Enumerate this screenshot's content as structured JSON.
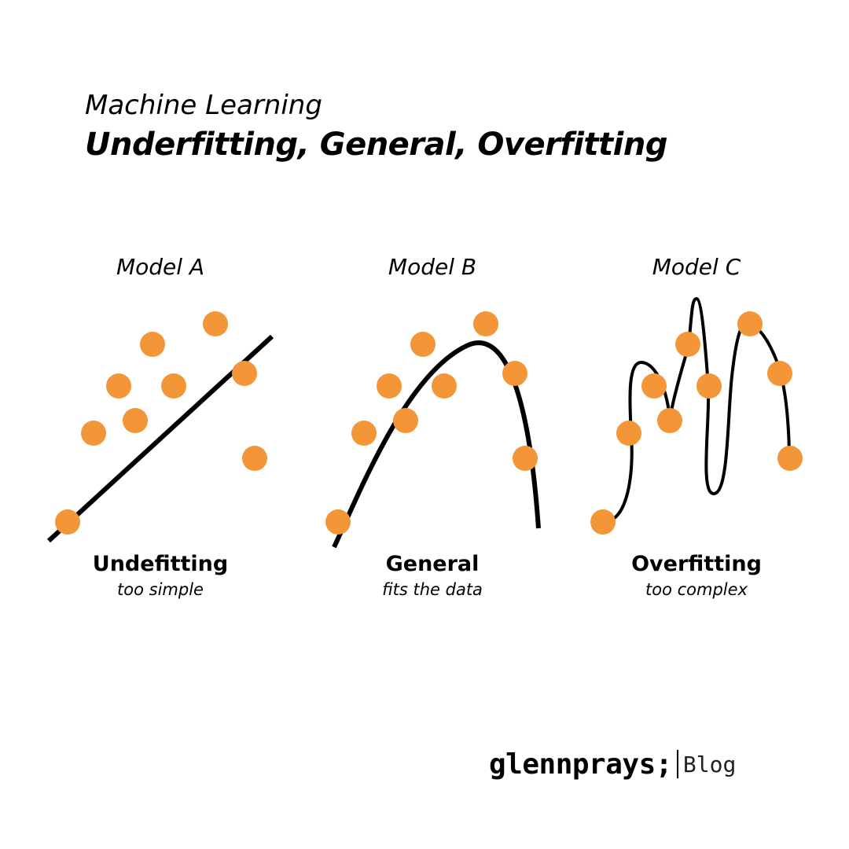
{
  "header": {
    "subtitle": "Machine Learning",
    "title": "Underfitting, General, Overfitting"
  },
  "colors": {
    "point": "#F39637",
    "curve": "#000000"
  },
  "panels": [
    {
      "title": "Model A",
      "label": "Undefitting",
      "description": "too simple",
      "fit": "straight line"
    },
    {
      "title": "Model B",
      "label": "General",
      "description": "fits the data",
      "fit": "smooth curve"
    },
    {
      "title": "Model C",
      "label": "Overfitting",
      "description": "too complex",
      "fit": "wiggly curve through every point"
    }
  ],
  "brand": {
    "name": "glennprays;",
    "tag": "Blog"
  }
}
